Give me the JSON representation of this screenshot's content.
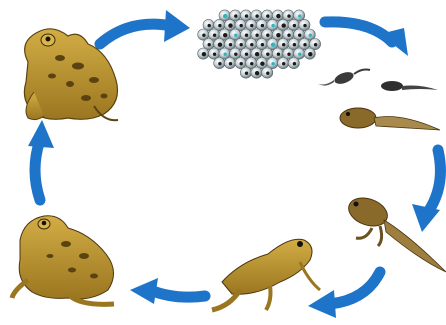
{
  "diagram": {
    "kind": "life-cycle",
    "stages": [
      {
        "name": "frog-spawn",
        "icon": "egg-cluster-icon"
      },
      {
        "name": "young-tadpoles",
        "icon": "tadpole-icon"
      },
      {
        "name": "tadpole",
        "icon": "tadpole-icon"
      },
      {
        "name": "tadpole-with-legs",
        "icon": "tadpole-legs-icon"
      },
      {
        "name": "froglet",
        "icon": "froglet-icon"
      },
      {
        "name": "young-frog",
        "icon": "frog-icon"
      },
      {
        "name": "adult-frog",
        "icon": "frog-icon"
      }
    ],
    "colors": {
      "arrow": "#1e74c9",
      "frog_body": "#b9922b",
      "frog_spots": "#5a4310",
      "egg_fill": "#d6dcdf",
      "egg_core": "#1a1a1a",
      "egg_accent": "#2bb6c4",
      "tadpole_dark": "#3a3a3a",
      "tadpole_brown": "#8a6a2a"
    }
  }
}
